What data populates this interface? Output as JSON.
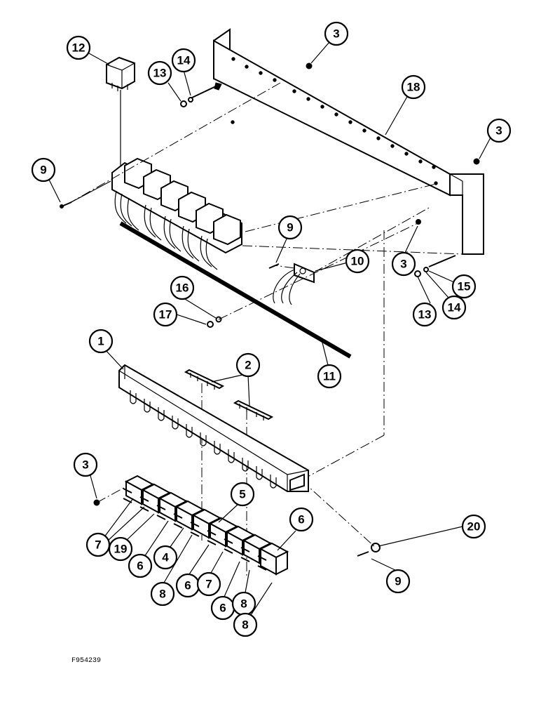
{
  "figure_code": "F954239",
  "callouts": [
    {
      "id": "c12",
      "label": "12"
    },
    {
      "id": "c13a",
      "label": "13"
    },
    {
      "id": "c14a",
      "label": "14"
    },
    {
      "id": "c3a",
      "label": "3"
    },
    {
      "id": "c18",
      "label": "18"
    },
    {
      "id": "c3b",
      "label": "3"
    },
    {
      "id": "c9a",
      "label": "9"
    },
    {
      "id": "c9b",
      "label": "9"
    },
    {
      "id": "c10",
      "label": "10"
    },
    {
      "id": "c3c",
      "label": "3"
    },
    {
      "id": "c15",
      "label": "15"
    },
    {
      "id": "c16",
      "label": "16"
    },
    {
      "id": "c17",
      "label": "17"
    },
    {
      "id": "c13b",
      "label": "13"
    },
    {
      "id": "c14b",
      "label": "14"
    },
    {
      "id": "c11",
      "label": "11"
    },
    {
      "id": "c1",
      "label": "1"
    },
    {
      "id": "c2",
      "label": "2"
    },
    {
      "id": "c3d",
      "label": "3"
    },
    {
      "id": "c5",
      "label": "5"
    },
    {
      "id": "c6a",
      "label": "6"
    },
    {
      "id": "c20",
      "label": "20"
    },
    {
      "id": "c7a",
      "label": "7"
    },
    {
      "id": "c19",
      "label": "19"
    },
    {
      "id": "c6b",
      "label": "6"
    },
    {
      "id": "c4",
      "label": "4"
    },
    {
      "id": "c8a",
      "label": "8"
    },
    {
      "id": "c6c",
      "label": "6"
    },
    {
      "id": "c7b",
      "label": "7"
    },
    {
      "id": "c6d",
      "label": "6"
    },
    {
      "id": "c8b",
      "label": "8"
    },
    {
      "id": "c9c",
      "label": "9"
    },
    {
      "id": "c8c",
      "label": "8"
    }
  ]
}
